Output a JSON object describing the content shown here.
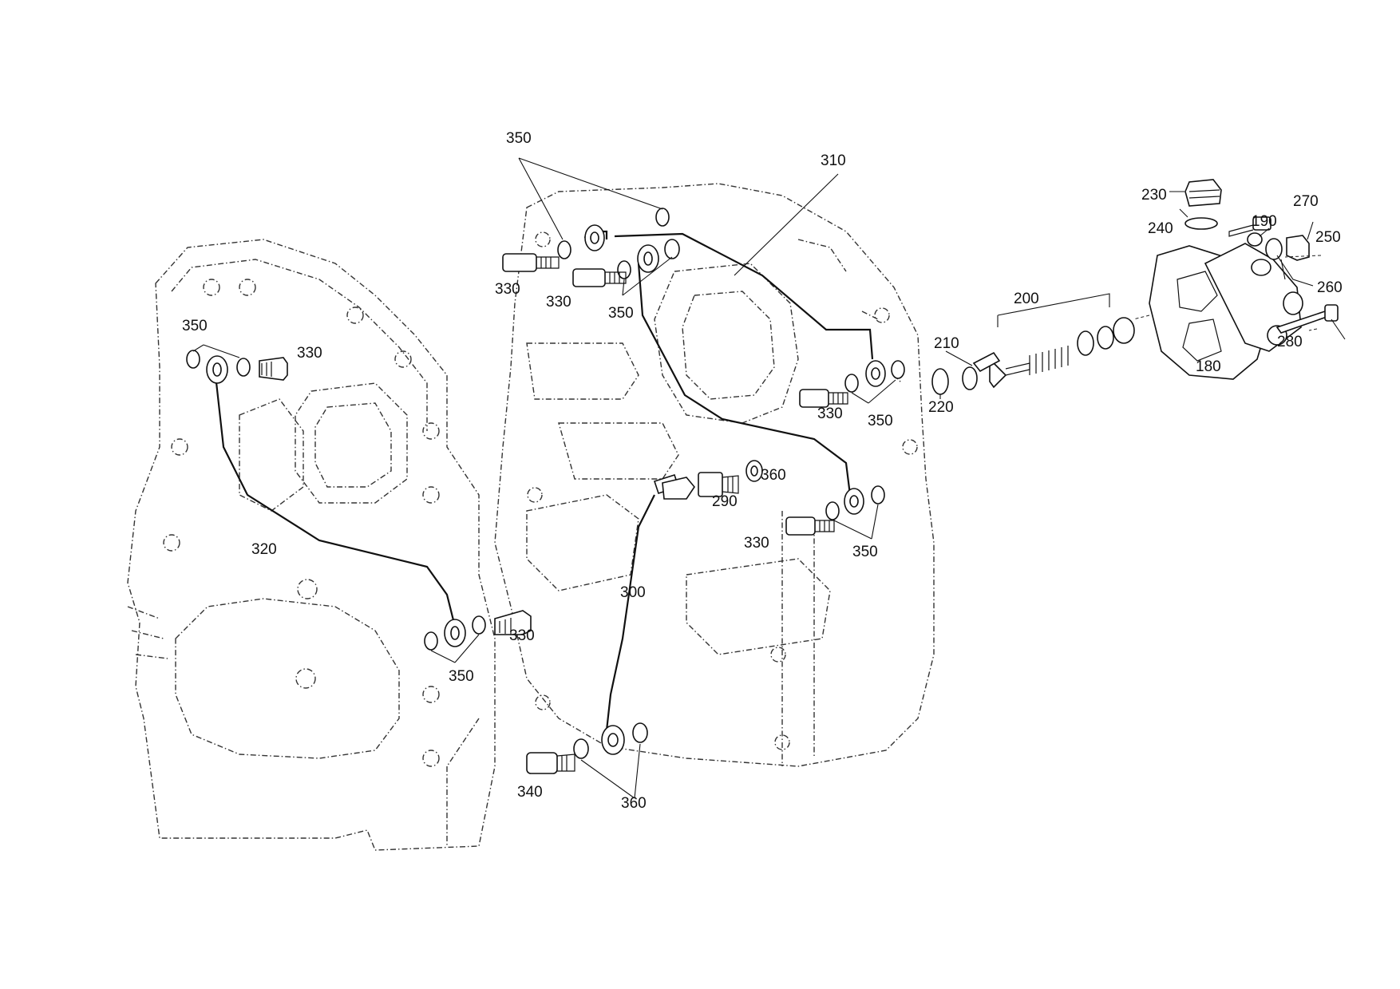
{
  "callouts": {
    "c350_top": "350",
    "c310": "310",
    "c330_tl1": "330",
    "c330_tl2": "330",
    "c350_tm": "350",
    "c350_left": "350",
    "c330_left": "330",
    "c330_mid": "330",
    "c350_mid": "350",
    "c200": "200",
    "c210": "210",
    "c220": "220",
    "c230": "230",
    "c240": "240",
    "c270": "270",
    "c190": "190",
    "c250": "250",
    "c260": "260",
    "c280": "280",
    "c180": "180",
    "c360_r": "360",
    "c290": "290",
    "c330_low": "330",
    "c350_low": "350",
    "c320": "320",
    "c300": "300",
    "c330_bot": "330",
    "c350_bot": "350",
    "c340": "340",
    "c360_bot": "360"
  }
}
